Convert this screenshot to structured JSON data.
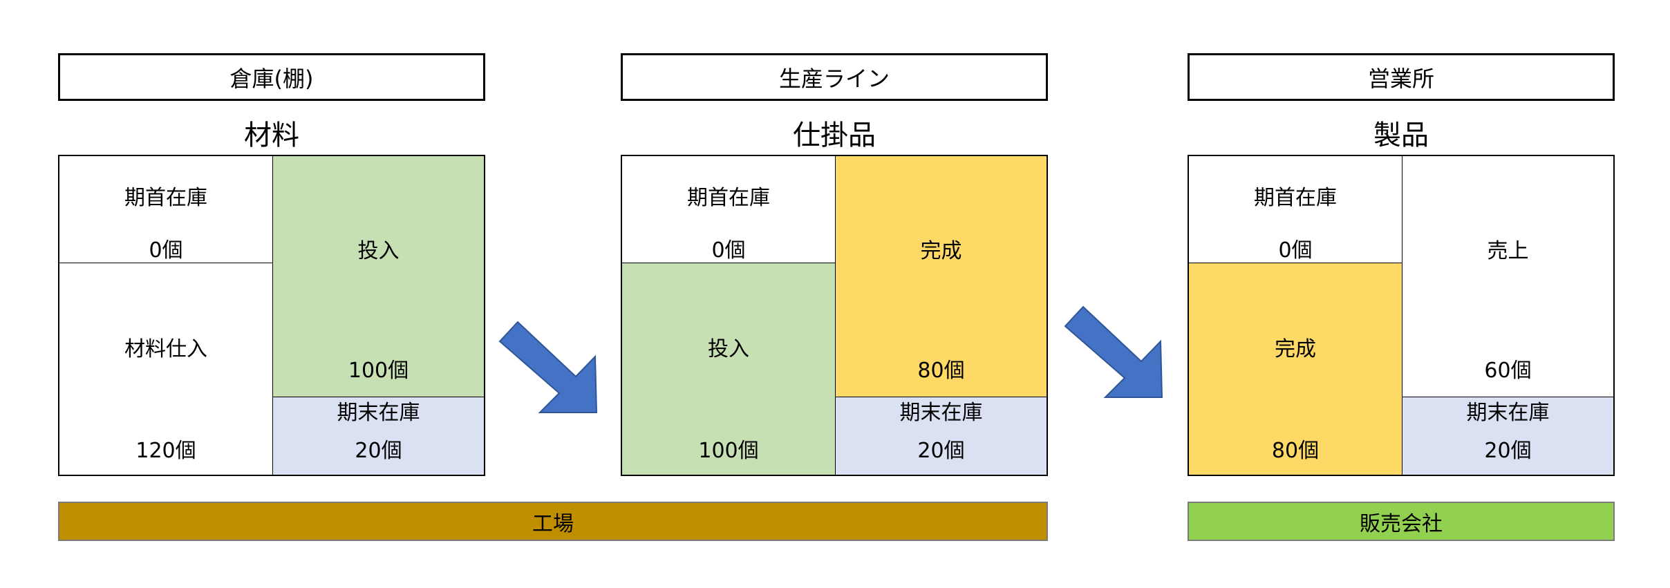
{
  "colors": {
    "green_cell": "#c6e0b4",
    "yellow_cell": "#ffd966",
    "blue_cell": "#d9e1f2",
    "factory_bar": "#bf8f00",
    "sales_bar": "#92d050",
    "arrow": "#4472c4"
  },
  "warehouse": {
    "header": "倉庫(棚)",
    "title": "材料",
    "opening_label": "期首在庫",
    "opening_value": "0個",
    "purchase_label": "材料仕入",
    "purchase_value": "120個",
    "input_label": "投入",
    "input_value": "100個",
    "closing_label": "期末在庫",
    "closing_value": "20個"
  },
  "production": {
    "header": "生産ライン",
    "title": "仕掛品",
    "opening_label": "期首在庫",
    "opening_value": "0個",
    "input_label": "投入",
    "input_value": "100個",
    "complete_label": "完成",
    "complete_value": "80個",
    "closing_label": "期末在庫",
    "closing_value": "20個"
  },
  "sales_office": {
    "header": "営業所",
    "title": "製品",
    "opening_label": "期首在庫",
    "opening_value": "0個",
    "complete_label": "完成",
    "complete_value": "80個",
    "sales_label": "売上",
    "sales_value": "60個",
    "closing_label": "期末在庫",
    "closing_value": "20個"
  },
  "bars": {
    "factory": "工場",
    "sales_company": "販売会社"
  }
}
